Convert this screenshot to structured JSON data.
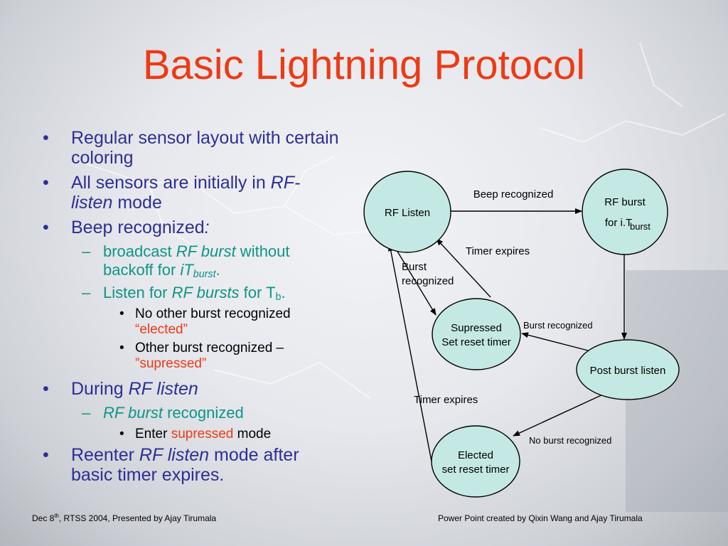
{
  "title": "Basic Lightning Protocol",
  "bullets": {
    "b1": "Regular sensor layout with certain coloring",
    "b2_pre": "All sensors are initially in ",
    "b2_em": "RF-listen",
    "b2_post": " mode",
    "b3_pre": "Beep recognized",
    "b3_colon": ":",
    "s1_pre": "broadcast ",
    "s1_em": "RF burst",
    "s1_mid": " without backoff for ",
    "s1_em2": "iT",
    "s1_sub": "burst",
    "s1_end": ".",
    "s2_pre": "Listen for ",
    "s2_em": "RF bursts",
    "s2_mid": " for T",
    "s2_sub": "b",
    "s2_end": ".",
    "t1_text": "No other burst recognized",
    "t1_red": "“elected”",
    "t2_text": "Other burst recognized –",
    "t2_red": "”supressed”",
    "b4_pre": "During ",
    "b4_em": "RF listen",
    "s3_em": "RF burst",
    "s3_post": " recognized",
    "t3_pre": "Enter ",
    "t3_red": "supressed",
    "t3_post": " mode",
    "b5_pre": "Reenter ",
    "b5_em": "RF listen",
    "b5_post": " mode after basic timer expires."
  },
  "diagram": {
    "nodes": {
      "rf_listen": "RF Listen",
      "rf_burst_l1": "RF burst",
      "rf_burst_l2": "for i.T",
      "rf_burst_sub": "burst",
      "supressed_l1": "Supressed",
      "supressed_l2": "Set reset timer",
      "post_burst": "Post burst listen",
      "elected_l1": "Elected",
      "elected_l2": "set reset timer"
    },
    "edges": {
      "beep": "Beep recognized",
      "timer1": "Timer expires",
      "burst_rec_l1": "Burst",
      "burst_rec_l2": "recognized",
      "burst_rec2": "Burst recognized",
      "timer2": "Timer expires",
      "no_burst": "No burst recognized"
    },
    "node_fill": "#c4e9e4"
  },
  "footer": {
    "left_pre": "Dec 8",
    "left_sup": "th",
    "left_post": ", RTSS 2004, Presented by Ajay Tirumala",
    "right": "Power Point created  by Qixin Wang and Ajay Tirumala"
  },
  "colors": {
    "title": "#ee3a14",
    "level1": "#2e2e94",
    "level2": "#0f9486",
    "emphasis_red": "#ee3a14"
  }
}
